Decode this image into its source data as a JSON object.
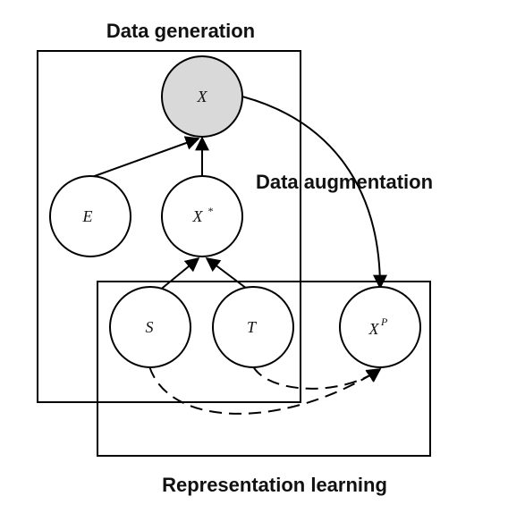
{
  "titles": {
    "data_generation": "Data generation",
    "data_augmentation": "Data augmentation",
    "representation_learning": "Representation learning"
  },
  "nodes": {
    "x": {
      "label": "X",
      "sup": "",
      "observed": true
    },
    "e": {
      "label": "E",
      "sup": "",
      "observed": false
    },
    "x_star": {
      "label": "X",
      "sup": "*",
      "observed": false
    },
    "s": {
      "label": "S",
      "sup": "",
      "observed": false
    },
    "t": {
      "label": "T",
      "sup": "",
      "observed": false
    },
    "x_p": {
      "label": "X",
      "sup": "P",
      "observed": false
    }
  },
  "edges": [
    {
      "from": "E",
      "to": "X",
      "style": "solid"
    },
    {
      "from": "X*",
      "to": "X",
      "style": "solid"
    },
    {
      "from": "S",
      "to": "X*",
      "style": "solid"
    },
    {
      "from": "T",
      "to": "X*",
      "style": "solid"
    },
    {
      "from": "X",
      "to": "X^P",
      "style": "solid-curved"
    },
    {
      "from": "S",
      "to": "X^P",
      "style": "dashed-curved"
    },
    {
      "from": "T",
      "to": "X^P",
      "style": "dashed-curved"
    }
  ],
  "colors": {
    "observed_fill": "#d9d9d9",
    "node_fill": "#ffffff",
    "stroke": "#000000"
  }
}
